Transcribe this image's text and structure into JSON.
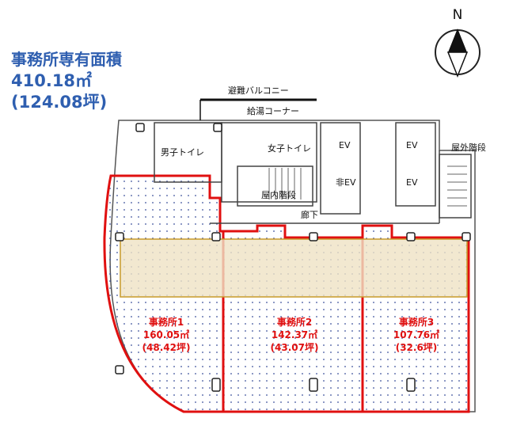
{
  "summary": {
    "title": "事務所専有面積",
    "area_sqm": "410.18㎡",
    "area_tsubo": "(124.08坪)"
  },
  "compass": {
    "label": "N"
  },
  "labels": {
    "balcony": "避難バルコニー",
    "kitchenette": "給湯コーナー",
    "outdoor_stairs": "屋外階段",
    "mens_toilet": "男子トイレ",
    "womens_toilet": "女子トイレ",
    "indoor_stairs": "屋内階段",
    "corridor": "廊下",
    "ev1": "EV",
    "ev2": "EV",
    "ev3": "EV",
    "ev_emergency": "非EV"
  },
  "offices": [
    {
      "name": "事務所1",
      "area_sqm": "160.05㎡",
      "area_tsubo": "(48.42坪)"
    },
    {
      "name": "事務所2",
      "area_sqm": "142.37㎡",
      "area_tsubo": "(43.07坪)"
    },
    {
      "name": "事務所3",
      "area_sqm": "107.76㎡",
      "area_tsubo": "(32.6坪)"
    }
  ],
  "colors": {
    "office_outline": "#e01010",
    "title": "#2f5fb0",
    "band": "#efe2c4"
  }
}
